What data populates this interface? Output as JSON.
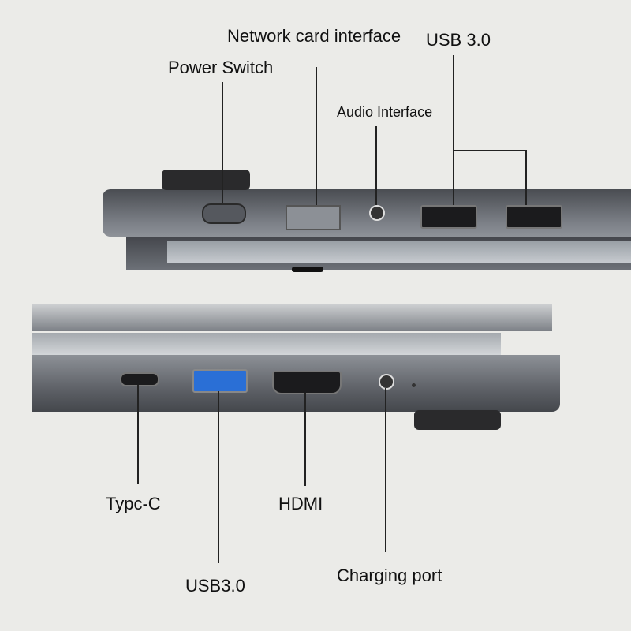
{
  "labels": {
    "network": "Network card interface",
    "usb_top": "USB 3.0",
    "power": "Power Switch",
    "audio": "Audio Interface",
    "typec": "Typc-C",
    "hdmi": "HDMI",
    "usb_bottom": "USB3.0",
    "charging": "Charging port"
  },
  "colors": {
    "background": "#ebebe8",
    "body": "#5a5d63",
    "usb_blue": "#2a6fd6"
  }
}
